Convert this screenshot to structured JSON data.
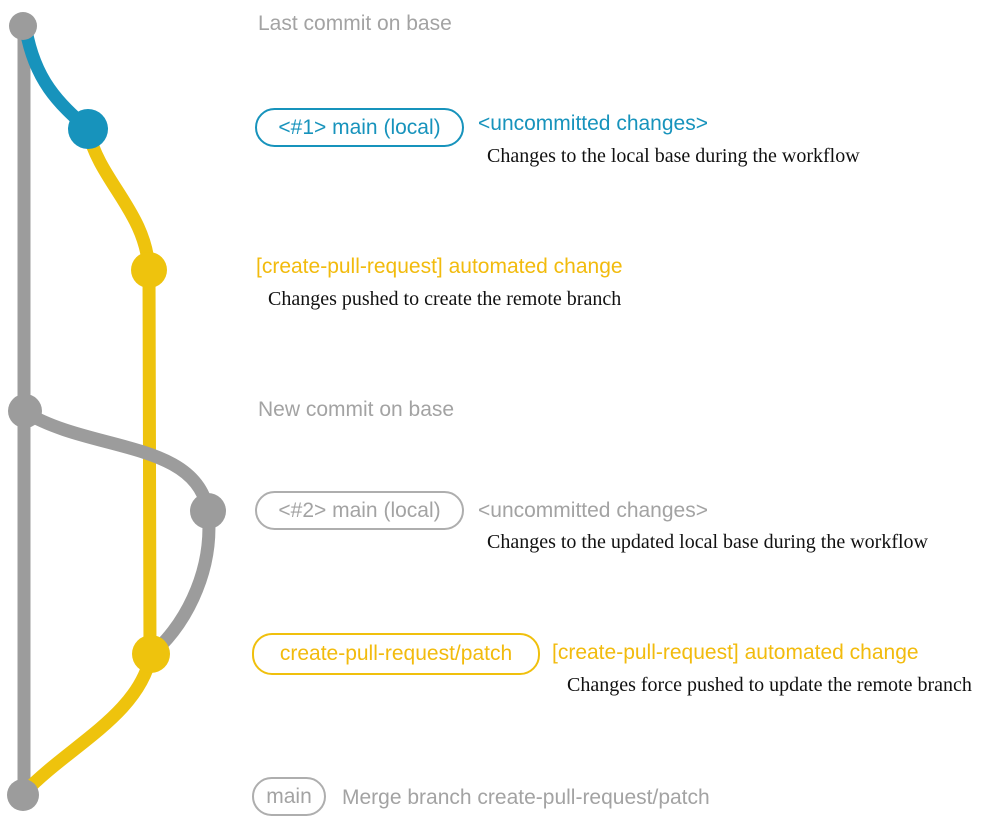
{
  "colors": {
    "base_gray": "#9c9c9c",
    "gray_text": "#a3a3a3",
    "local_blue": "#1793bc",
    "branch_yellow": "#eec30d",
    "yellow_text": "#f2bb0d",
    "description_black": "#111111"
  },
  "annotations": {
    "last_commit_label": "Last commit on base",
    "row_local_1": {
      "badge": "<#1> main (local)",
      "note": "<uncommitted changes>",
      "description": "Changes to the local base during the workflow"
    },
    "row_push": {
      "message": "[create-pull-request] automated change",
      "description": "Changes pushed to create the remote branch"
    },
    "new_commit_label": "New commit on base",
    "row_local_2": {
      "badge": "<#2> main (local)",
      "note": "<uncommitted changes>",
      "description": "Changes to the updated local base during the workflow"
    },
    "row_force_push": {
      "badge": "create-pull-request/patch",
      "message": "[create-pull-request] automated change",
      "description": "Changes force pushed to update the remote branch"
    },
    "row_merge": {
      "badge": "main",
      "message": "Merge branch create-pull-request/patch"
    }
  }
}
